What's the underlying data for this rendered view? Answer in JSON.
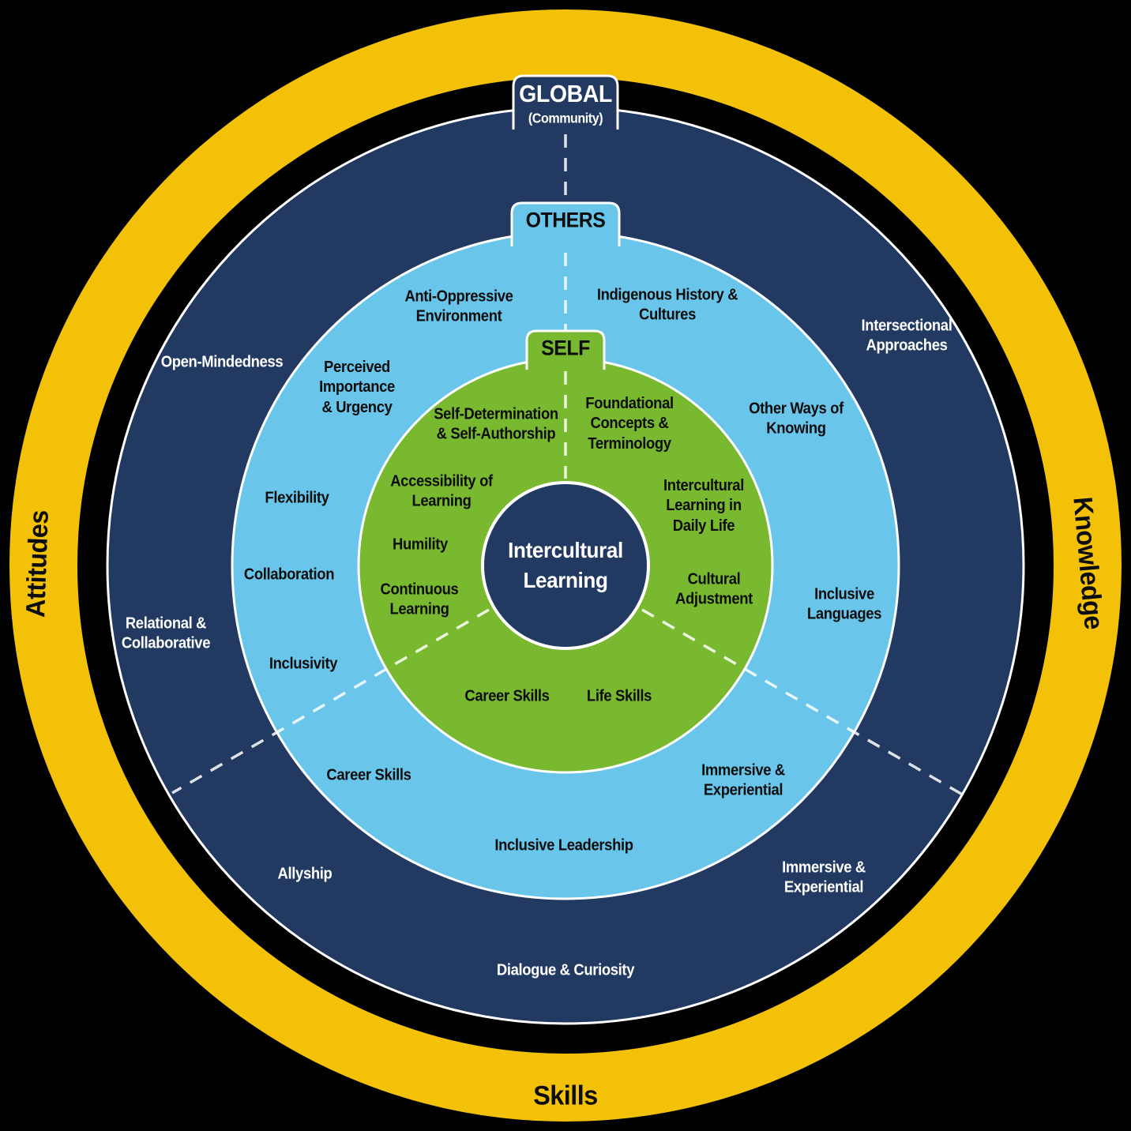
{
  "palette": {
    "background": "#000000",
    "navy": "#223A62",
    "light_blue": "#69C6EA",
    "green": "#79B92F",
    "yellow": "#F3C208",
    "white": "#FFFFFF",
    "black_text": "#0D0D0D"
  },
  "outer_ring": {
    "left": "Attitudes",
    "right": "Knowledge",
    "bottom": "Skills"
  },
  "tabs": {
    "global": {
      "title": "GLOBAL",
      "subtitle": "(Community)"
    },
    "others": {
      "title": "OTHERS"
    },
    "self": {
      "title": "SELF"
    }
  },
  "center": {
    "label": "Intercultural\nLearning"
  },
  "global_items": [
    "Open-Mindedness",
    "Intersectional\nApproaches",
    "Relational &\nCollaborative",
    "Allyship",
    "Immersive &\nExperiential",
    "Dialogue & Curiosity"
  ],
  "others_items": [
    "Anti-Oppressive\nEnvironment",
    "Indigenous History &\nCultures",
    "Perceived\nImportance\n& Urgency",
    "Other Ways of\nKnowing",
    "Flexibility",
    "Collaboration",
    "Inclusivity",
    "Inclusive\nLanguages",
    "Career Skills",
    "Immersive &\nExperiential",
    "Inclusive Leadership"
  ],
  "self_items": [
    "Self-Determination\n& Self-Authorship",
    "Foundational\nConcepts &\nTerminology",
    "Accessibility of\nLearning",
    "Intercultural\nLearning in\nDaily Life",
    "Humility",
    "Cultural\nAdjustment",
    "Continuous\nLearning",
    "Career Skills",
    "Life Skills"
  ]
}
